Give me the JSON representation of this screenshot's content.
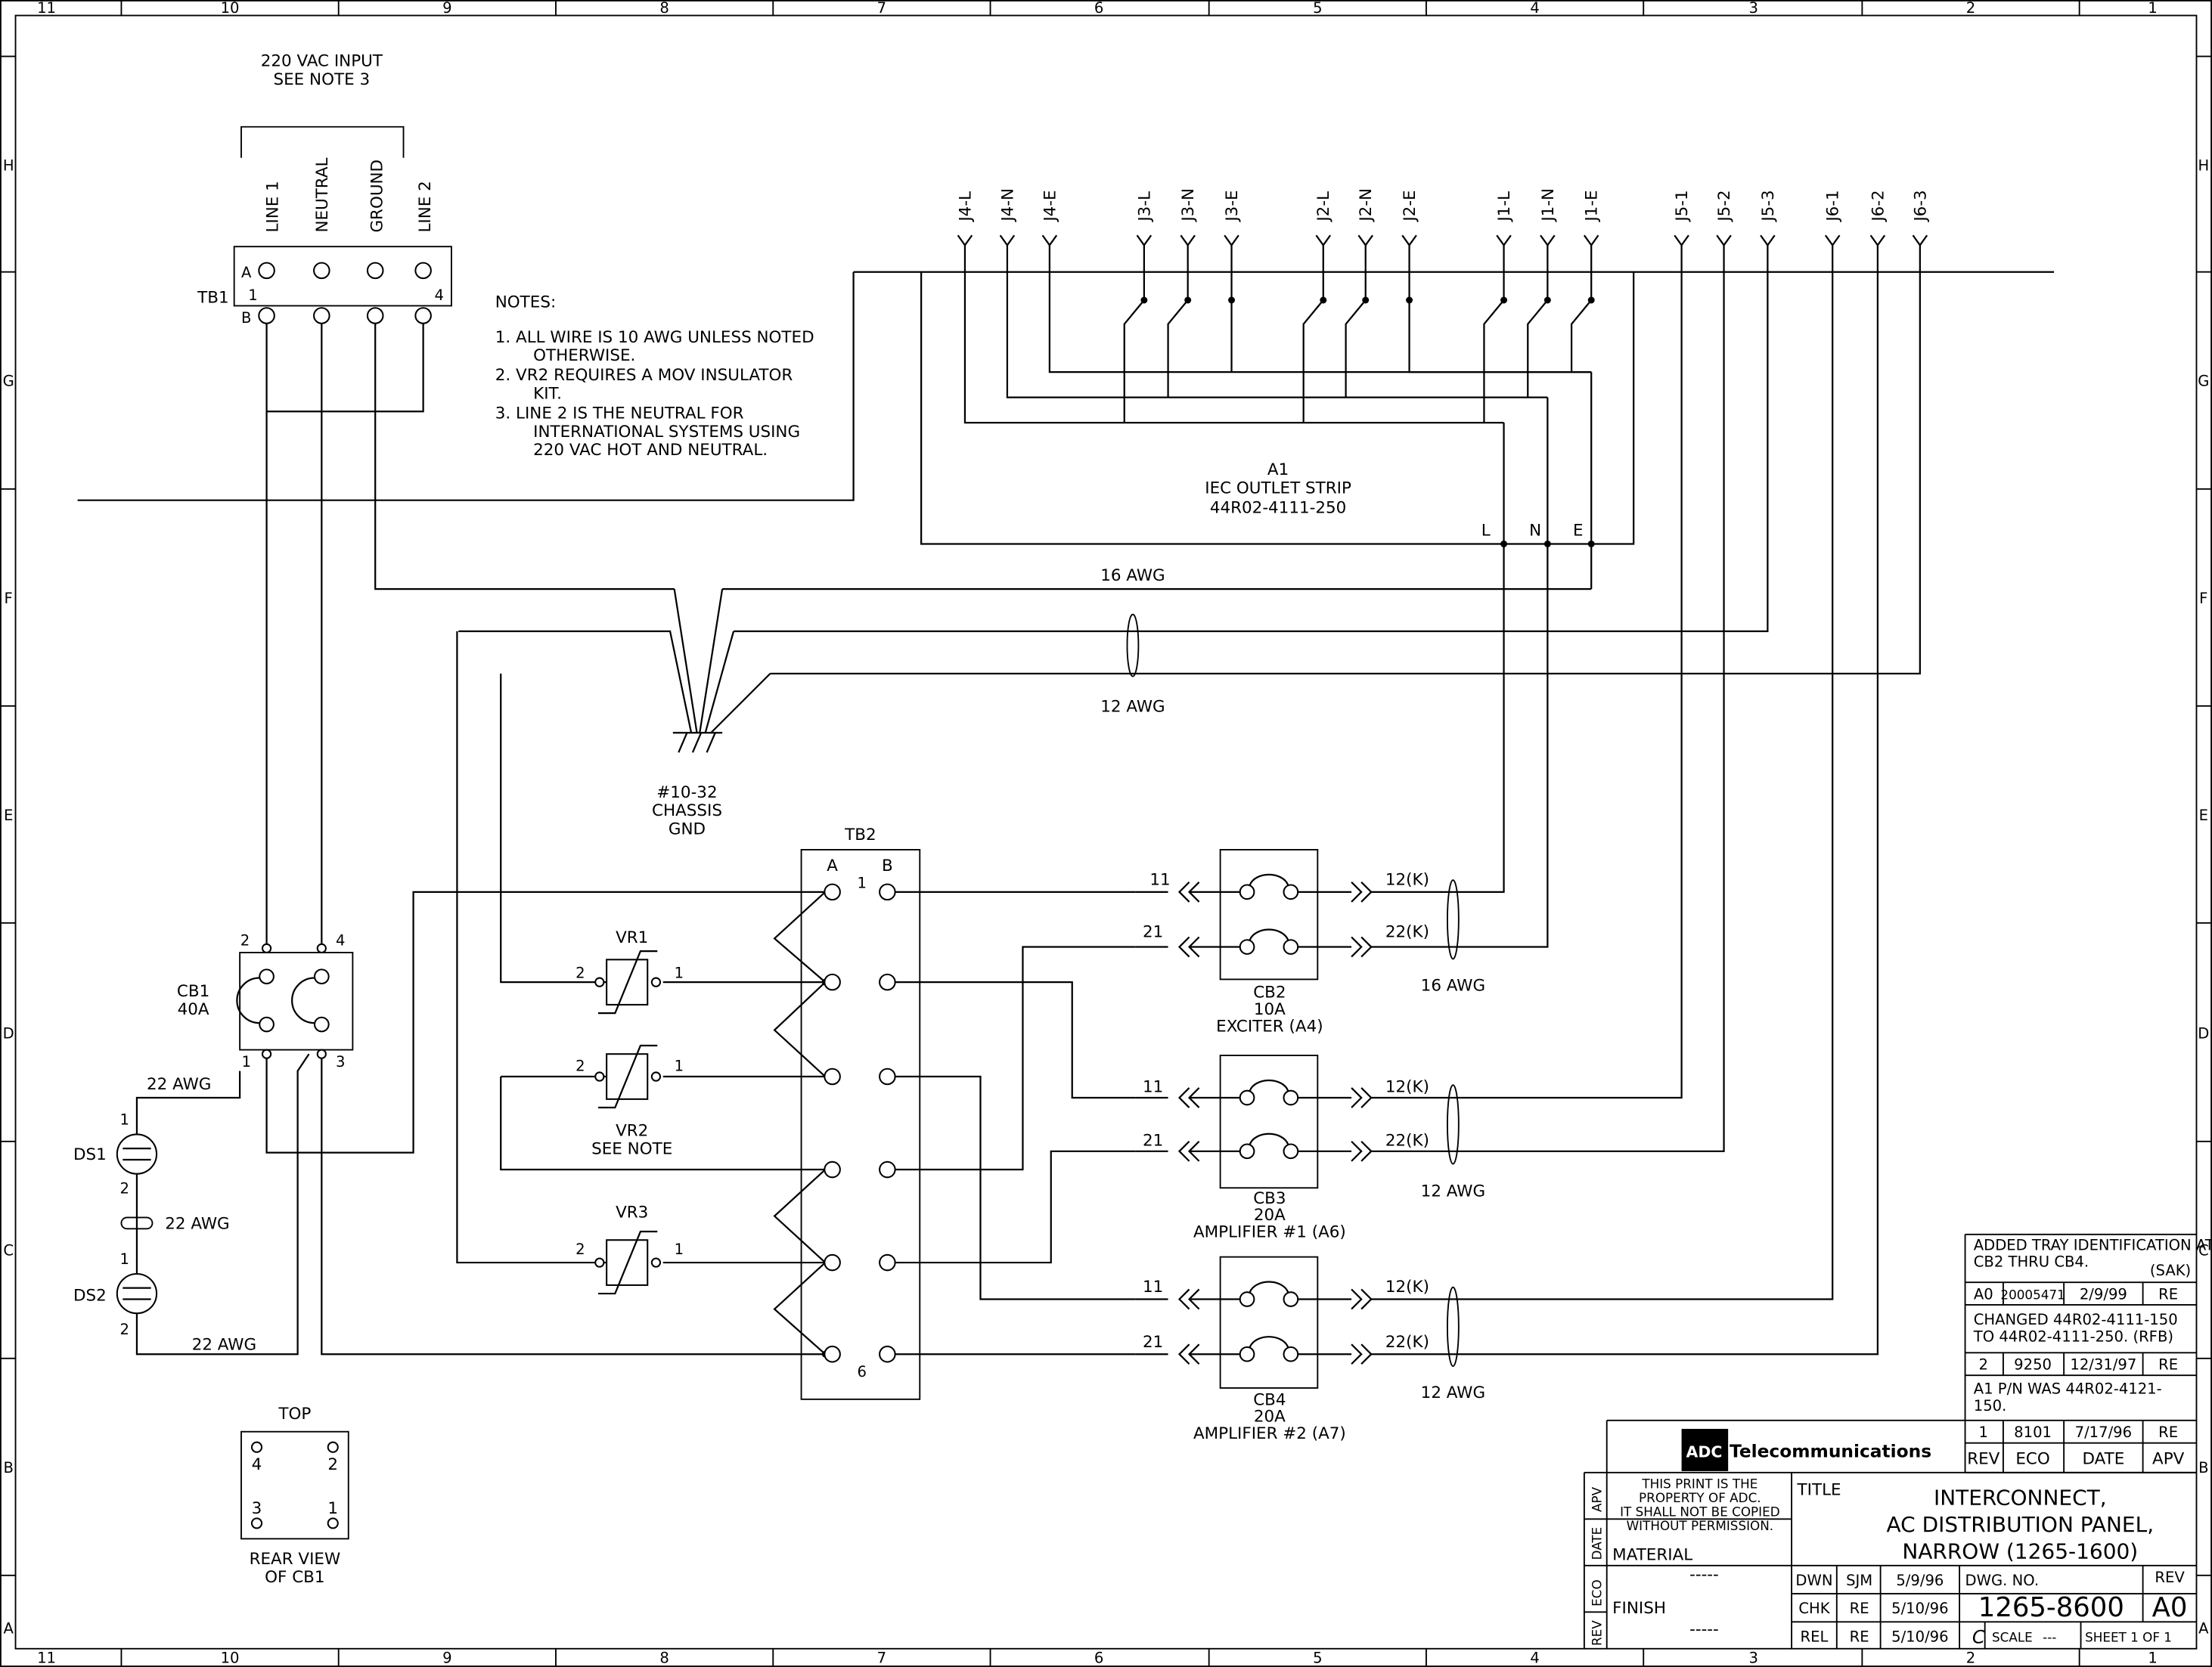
{
  "border": {
    "columns": [
      "11",
      "10",
      "9",
      "8",
      "7",
      "6",
      "5",
      "4",
      "3",
      "2",
      "1"
    ],
    "rows": [
      "H",
      "G",
      "F",
      "E",
      "D",
      "C",
      "B",
      "A"
    ]
  },
  "input": {
    "title": "220 VAC INPUT",
    "subtitle": "SEE NOTE 3",
    "lines": [
      "LINE 1",
      "NEUTRAL",
      "GROUND",
      "LINE 2"
    ]
  },
  "tb1": {
    "label": "TB1",
    "row_a": "A",
    "row_b": "B",
    "pin1": "1",
    "pin4": "4"
  },
  "notes": {
    "title": "NOTES:",
    "lines": [
      "1.   ALL WIRE IS 10 AWG UNLESS NOTED",
      "OTHERWISE.",
      "2.   VR2 REQUIRES A MOV INSULATOR",
      "KIT.",
      "3.   LINE 2 IS THE NEUTRAL FOR",
      "INTERNATIONAL SYSTEMS USING",
      "220 VAC HOT AND NEUTRAL."
    ]
  },
  "jacks": [
    "J4-L",
    "J4-N",
    "J4-E",
    "J3-L",
    "J3-N",
    "J3-E",
    "J2-L",
    "J2-N",
    "J2-E",
    "J1-L",
    "J1-N",
    "J1-E",
    "J5-1",
    "J5-2",
    "J5-3",
    "J6-1",
    "J6-2",
    "J6-3"
  ],
  "a1": {
    "ref": "A1",
    "name": "IEC OUTLET STRIP",
    "part": "44R02-4111-250",
    "pin_l": "L",
    "pin_n": "N",
    "pin_e": "E"
  },
  "wires": {
    "awg16": "16 AWG",
    "awg12": "12 AWG",
    "awg22": "22 AWG"
  },
  "ground": {
    "line1": "#10-32",
    "line2": "CHASSIS",
    "line3": "GND"
  },
  "tb2": {
    "label": "TB2",
    "col_a": "A",
    "col_b": "B",
    "pin1": "1",
    "pin6": "6"
  },
  "varistors": [
    {
      "ref": "VR1",
      "note": "",
      "pin_left": "2",
      "pin_right": "1"
    },
    {
      "ref": "VR2",
      "note": "SEE NOTE",
      "pin_left": "2",
      "pin_right": "1"
    },
    {
      "ref": "VR3",
      "note": "",
      "pin_left": "2",
      "pin_right": "1"
    }
  ],
  "cb1": {
    "ref": "CB1",
    "rating": "40A",
    "pins": [
      "2",
      "4",
      "1",
      "3"
    ]
  },
  "lamps": [
    {
      "ref": "DS1",
      "pin_top": "1",
      "pin_bottom": "2"
    },
    {
      "ref": "DS2",
      "pin_top": "1",
      "pin_bottom": "2"
    }
  ],
  "breakers": [
    {
      "ref": "CB2",
      "rating": "10A",
      "load": "EXCITER (A4)",
      "in_top": "11",
      "in_bottom": "21",
      "out_top": "12(K)",
      "out_bottom": "22(K)",
      "awg": "16 AWG"
    },
    {
      "ref": "CB3",
      "rating": "20A",
      "load": "AMPLIFIER #1 (A6)",
      "in_top": "11",
      "in_bottom": "21",
      "out_top": "12(K)",
      "out_bottom": "22(K)",
      "awg": "12 AWG"
    },
    {
      "ref": "CB4",
      "rating": "20A",
      "load": "AMPLIFIER #2 (A7)",
      "in_top": "11",
      "in_bottom": "21",
      "out_top": "12(K)",
      "out_bottom": "22(K)",
      "awg": "12 AWG"
    }
  ],
  "cb1_rear": {
    "title": "TOP",
    "pins": [
      "4",
      "2",
      "3",
      "1"
    ],
    "caption1": "REAR VIEW",
    "caption2": "OF CB1"
  },
  "revisions": {
    "rows": [
      {
        "rev": "A0",
        "eco": "20005471",
        "date": "2/9/99",
        "apv": "RE",
        "desc1": "ADDED TRAY IDENTIFICATION AT",
        "desc2": "CB2 THRU CB4.",
        "desc3": "(SAK)"
      },
      {
        "rev": "2",
        "eco": "9250",
        "date": "12/31/97",
        "apv": "RE",
        "desc1": "CHANGED 44R02-4111-150",
        "desc2": "TO 44R02-4111-250. (RFB)",
        "desc3": ""
      },
      {
        "rev": "1",
        "eco": "8101",
        "date": "7/17/96",
        "apv": "RE",
        "desc1": "A1 P/N WAS 44R02-4121-",
        "desc2": "150.",
        "desc3": ""
      }
    ],
    "headers": {
      "rev": "REV",
      "eco": "ECO",
      "date": "DATE",
      "apv": "APV"
    }
  },
  "title_block": {
    "company": "Telecommunications",
    "logo_text": "ADC",
    "property": [
      "THIS PRINT IS THE",
      "PROPERTY OF ADC.",
      "IT SHALL NOT BE COPIED",
      "WITHOUT PERMISSION."
    ],
    "side_labels": [
      "APV",
      "DATE",
      "ECO",
      "REV"
    ],
    "material_label": "MATERIAL",
    "material_value": "-----",
    "finish_label": "FINISH",
    "finish_value": "-----",
    "title_label": "TITLE",
    "title_lines": [
      "INTERCONNECT,",
      "AC DISTRIBUTION PANEL,",
      "NARROW (1265-1600)"
    ],
    "dwn": {
      "label": "DWN",
      "by": "SJM",
      "date": "5/9/96"
    },
    "chk": {
      "label": "CHK",
      "by": "RE",
      "date": "5/10/96"
    },
    "rel": {
      "label": "REL",
      "by": "RE",
      "date": "5/10/96"
    },
    "dwg_label": "DWG. NO.",
    "dwg_no": "1265-8600",
    "rev_label": "REV",
    "rev": "A0",
    "size": "C",
    "scale_label": "SCALE",
    "scale_value": "---",
    "sheet": "SHEET  1 OF 1"
  }
}
